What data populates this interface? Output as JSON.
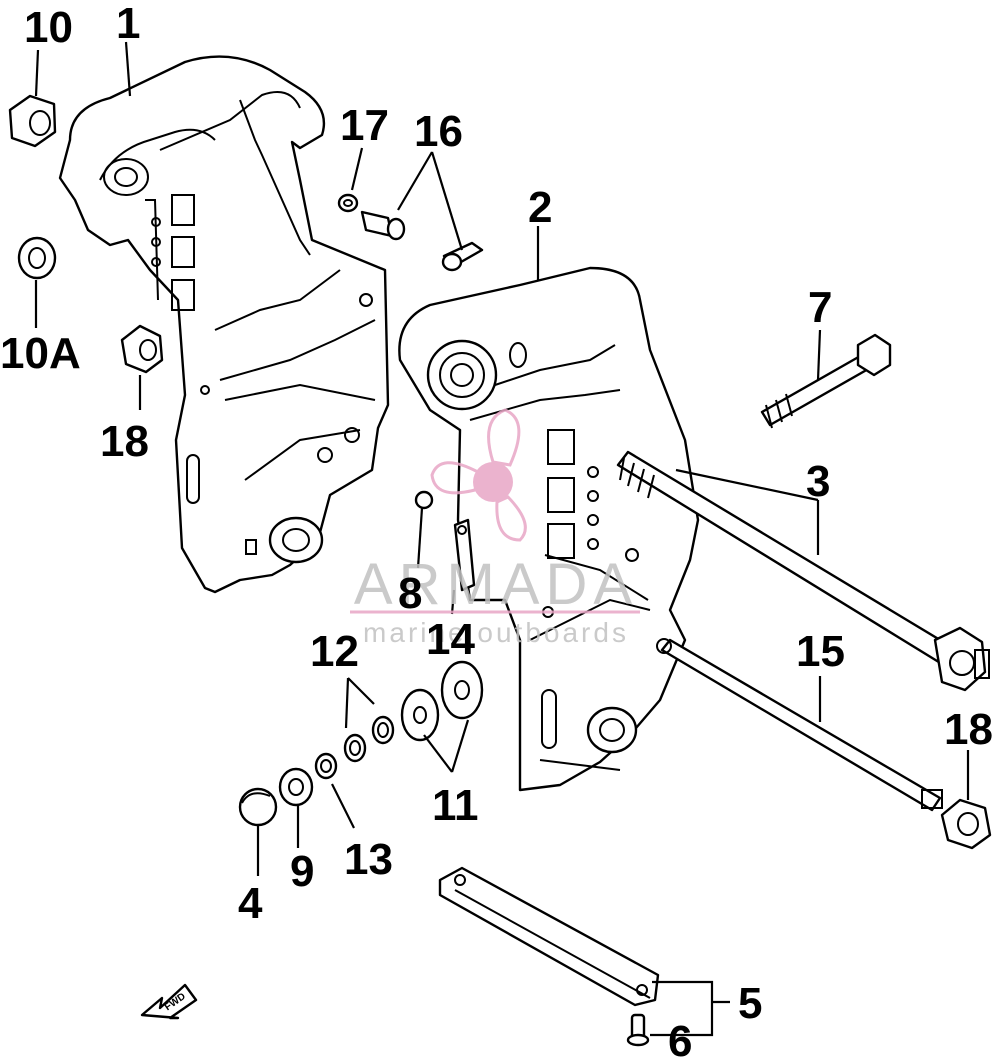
{
  "labels": {
    "p1": "1",
    "p2": "2",
    "p3": "3",
    "p4": "4",
    "p5": "5",
    "p6": "6",
    "p7": "7",
    "p8": "8",
    "p9": "9",
    "p10": "10",
    "p10a": "10A",
    "p11": "11",
    "p12": "12",
    "p13": "13",
    "p14": "14",
    "p15": "15",
    "p16": "16",
    "p17": "17",
    "p18_left": "18",
    "p18_right": "18"
  },
  "watermark": {
    "brand": "ARMADA",
    "tagline": "marine outboards"
  },
  "fwd_marker": "FWD",
  "colors": {
    "line": "#000000",
    "background": "#ffffff",
    "watermark_pink": "#e8a6c6",
    "watermark_gray": "#c1c1c1"
  }
}
